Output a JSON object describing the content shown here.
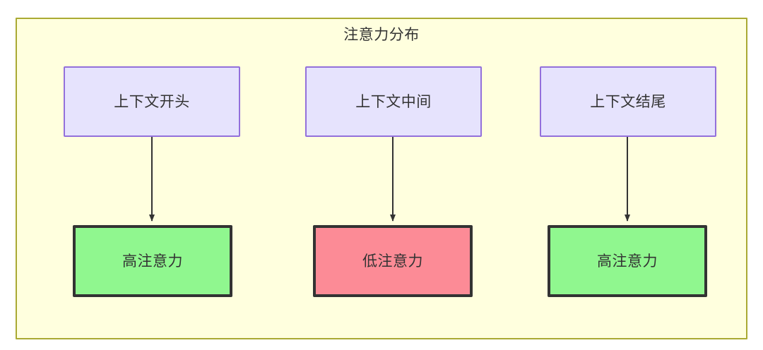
{
  "diagram": {
    "title": "注意力分布",
    "colors": {
      "container_background": "#ffffde",
      "container_border": "#aaaa33",
      "context_fill": "#e6e3fd",
      "context_border": "#9370db",
      "high_attention_fill": "#90f78f",
      "low_attention_fill": "#fc8b96",
      "node_border": "#333333",
      "edge": "#333333",
      "text": "#333333"
    },
    "columns": [
      {
        "context_label": "上下文开头",
        "attention_label": "高注意力",
        "attention_level": "high"
      },
      {
        "context_label": "上下文中间",
        "attention_label": "低注意力",
        "attention_level": "low"
      },
      {
        "context_label": "上下文结尾",
        "attention_label": "高注意力",
        "attention_level": "high"
      }
    ]
  }
}
